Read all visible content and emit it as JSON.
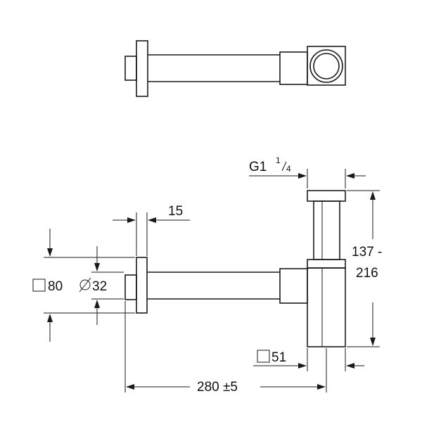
{
  "dimensions": {
    "thread": {
      "main": "G1",
      "sup": "1",
      "sub": "4"
    },
    "flange_thickness": "15",
    "flange_square": "80",
    "pipe_diameter": "32",
    "height_range_top": "137 -",
    "height_range_bottom": "216",
    "trap_square": "51",
    "length": "280 ±5"
  }
}
